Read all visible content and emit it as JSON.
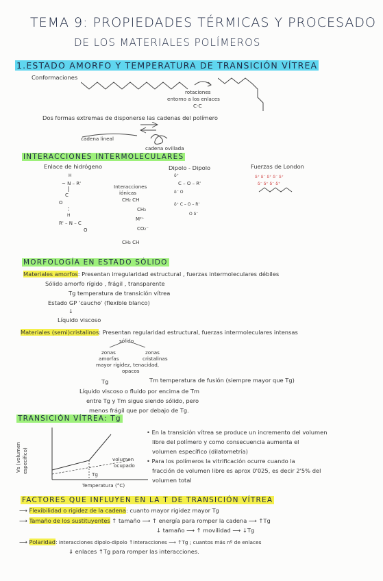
{
  "title": {
    "line1": "TEMA 9: PROPIEDADES TÉRMICAS Y PROCESADO",
    "line2": "DE LOS MATERIALES POLÍMEROS"
  },
  "section1": {
    "heading": "1.ESTADO AMORFO Y TEMPERATURA DE TRANSICIÓN VÍTREA",
    "conformaciones": "Conformaciones",
    "rotaciones": [
      "rotaciones",
      "entorno a los enlaces",
      "C-C"
    ],
    "dos_formas": "Dos formas extremas de disponerse las cadenas del polímero",
    "cadena_lineal": "cadena lineal",
    "cadena_ovillada": "cadena ovillada"
  },
  "interacciones": {
    "heading": "INTERACCIONES INTERMOLECULARES",
    "enlace_hidrogeno": "Enlace de hidrógeno",
    "interacciones_ionicas": [
      "Interacciones",
      "iónicas"
    ],
    "dipolo_dipolo": "Dipolo - Dipolo",
    "fuerzas_london": "Fuerzas de London"
  },
  "morfologia": {
    "heading": "MORFOLOGÍA EN ESTADO SÓLIDO",
    "amorfos_label": "Materiales amorfos",
    "amorfos_text": ": Presentan irregularidad estructural , fuerzas intermoleculares débiles",
    "amorfos_solido": "Sólido amorfo rígido , frágil , transparente",
    "tg_temp": "Tg temperatura de transición vítrea",
    "estado_gp": "Estado GP 'caucho' (flexible blanco)",
    "liquido_viscoso": "Líquido viscoso",
    "semicristalinos_label": "Materiales (semi)cristalinos",
    "semicristalinos_text": ": Presentan regularidad estructural, fuerzas intermoleculares intensas",
    "solido": "sólido",
    "zonas_amorfas": [
      "zonas",
      "amorfas"
    ],
    "zonas_cristalinas": [
      "zonas",
      "cristalinas"
    ],
    "mayor_rigidez": [
      "mayor rigidez, tenacidad,",
      "opacos"
    ],
    "tg": "Tg",
    "tm": "Tm temperatura de fusión (siempre mayor que Tg)",
    "liquido_fluido": "Líquido viscoso o fluido por encima de Tm",
    "entre": "entre Tg y Tm sigue siendo sólido, pero",
    "menos_fragil": "menos frágil que por debajo de Tg."
  },
  "transicion": {
    "heading": "TRANSICIÓN VÍTREA",
    "heading_tg": "Tg",
    "ylabel": [
      "Vs (volumen",
      "específico)"
    ],
    "xlabel": "Temperatura (°C)",
    "volumen_ocupado": [
      "volumen",
      "ocupado"
    ],
    "tg_marker": "Tg",
    "b1": "En la transición vítrea se produce un incremento del volumen",
    "b1b": "libre del polímero y como consecuencia aumenta el",
    "b1c": "volumen específico (dilatometría)",
    "b2": "Para los polímeros la vitrificación ocurre cuando la",
    "b2b": "fracción de volumen libre es aprox 0'025, es decir 2'5% del",
    "b2c": "volumen total"
  },
  "factores": {
    "heading": "FACTORES QUE INFLUYEN EN LA T DE TRANSICIÓN VÍTREA",
    "f1_label": "Flexibilidad o rigidez de la cadena",
    "f1_text": ": cuanto mayor rigidez mayor Tg",
    "f2_label": "Tamaño de los sustituyentes",
    "f2_a": "↑ tamaño ⟶ ↑ energía para romper la cadena ⟶ ↑Tg",
    "f2_b": "↓ tamaño ⟶ ↑ movilidad ⟶ ↓Tg",
    "f3_label": "Polaridad",
    "f3_a": ": interacciones dipolo-dipolo ↑interacciones ⟶ ↑Tg ; cuantos más nº de enlaces",
    "f3_b": "⇓ enlaces ↑Tg para romper las interacciones."
  }
}
